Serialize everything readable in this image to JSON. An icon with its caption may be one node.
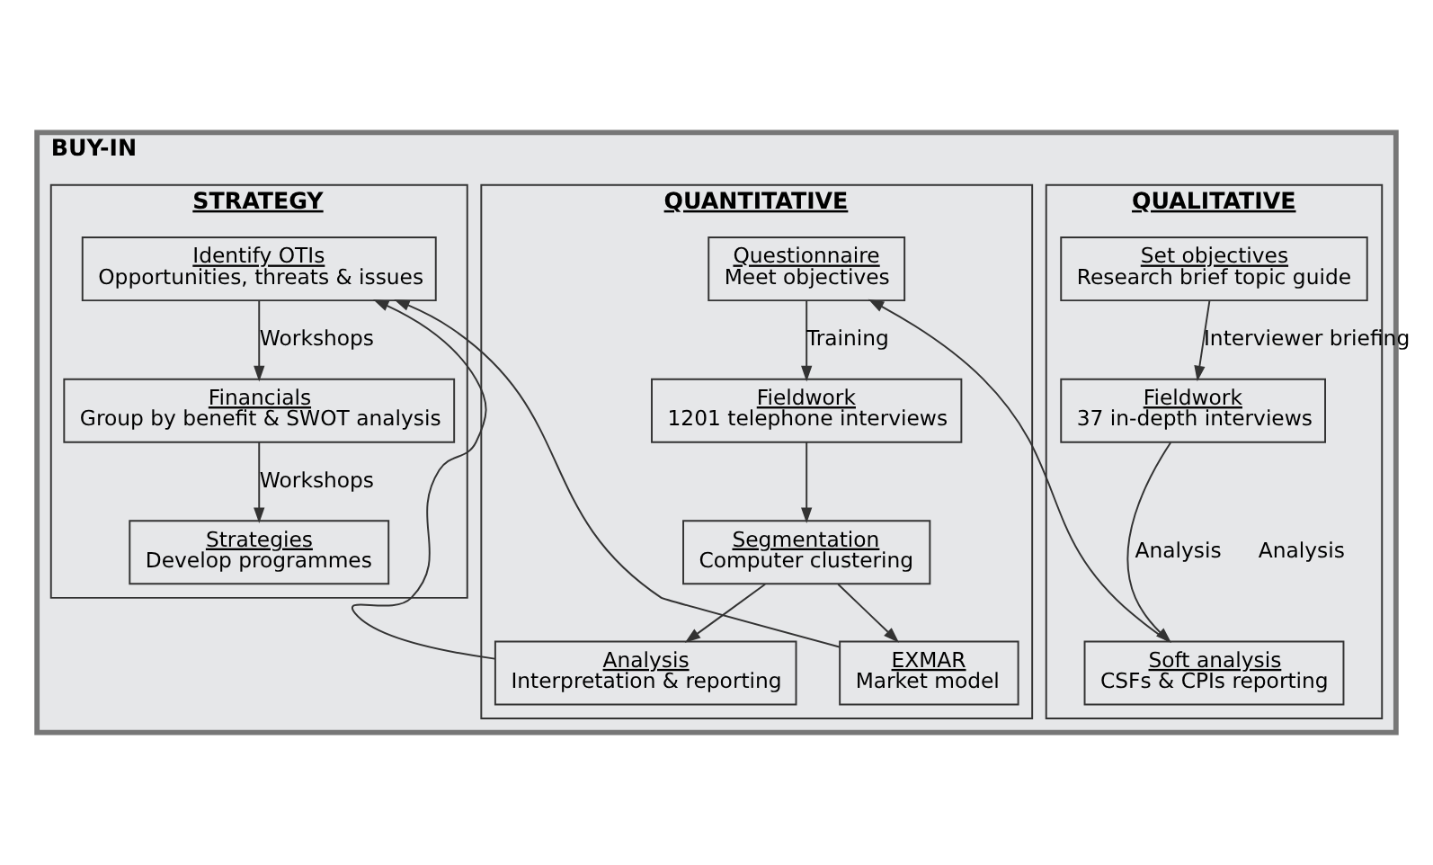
{
  "diagram": {
    "nodes": [
      {
        "text": [
          "BUY-IN"
        ]
      },
      {
        "text": [
          "QUALITATIVE"
        ],
        "in": 0
      },
      {
        "text": [
          "Set objectives",
          "Research brief topic guide"
        ],
        "in": 1
      },
      {
        "text": [
          "Fieldwork",
          "37 in-depth interviews"
        ],
        "in": 1
      },
      {
        "text": [
          "Soft analysis",
          "CSFs & CPIs reporting"
        ],
        "in": 1
      },
      {
        "text": [
          "QUANTITATIVE"
        ],
        "in": 0
      },
      {
        "text": [
          "Questionnaire",
          "Meet objectives"
        ],
        "in": 5
      },
      {
        "text": [
          "Fieldwork",
          "1201 telephone interviews"
        ],
        "in": 5
      },
      {
        "text": [
          "Segmentation",
          "Computer clustering"
        ],
        "in": 5
      },
      {
        "text": [
          "Analysis",
          "Interpretation & reporting"
        ],
        "in": 5
      },
      {
        "text": [
          "EXMAR",
          "Market model"
        ],
        "in": 5
      },
      {
        "text": [
          "STRATEGY"
        ],
        "in": 0
      },
      {
        "text": [
          "Identify OTIs",
          "Opportunities, threats & issues"
        ],
        "in": 11
      },
      {
        "text": [
          "Financials",
          "Group by benefit & SWOT analysis"
        ],
        "in": 11
      },
      {
        "text": [
          "Strategies",
          "Develop programmes"
        ],
        "in": 11
      }
    ],
    "edges": [
      {
        "from": 2,
        "to": 3,
        "arrow": "to",
        "label": "Interviewer briefing"
      },
      {
        "from": 3,
        "to": 4,
        "arrow": "to",
        "label": "Analysis"
      },
      {
        "from": 4,
        "to": 6,
        "arrow": "to"
      },
      {
        "from": 6,
        "to": 7,
        "arrow": "to",
        "label": "Training"
      },
      {
        "from": 7,
        "to": 8,
        "arrow": "to"
      },
      {
        "from": 8,
        "to": 9,
        "arrow": "to"
      },
      {
        "from": 8,
        "to": 10,
        "arrow": "to"
      },
      {
        "from": 10,
        "to": 12,
        "arrow": "to"
      },
      {
        "from": 9,
        "to": 12,
        "arrow": "to"
      },
      {
        "from": 12,
        "to": 13,
        "arrow": "to",
        "label": "Workshops"
      },
      {
        "from": 13,
        "to": 14,
        "arrow": "to",
        "label": "Workshops"
      }
    ],
    "labels": [
      "Analysis"
    ]
  }
}
